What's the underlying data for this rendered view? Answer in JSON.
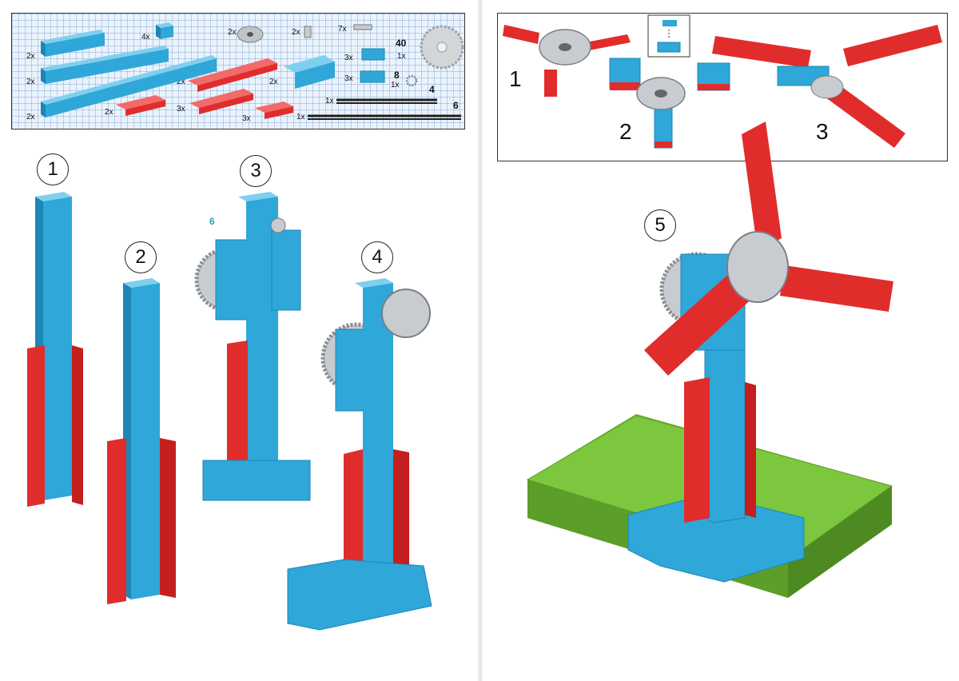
{
  "parts_list": {
    "quantities": [
      "2x",
      "4x",
      "2x",
      "2x",
      "7x",
      "40",
      "1x",
      "2x",
      "3x",
      "2x",
      "2x",
      "3x",
      "8",
      "1x",
      "2x",
      "2x",
      "3x",
      "3x",
      "4",
      "1x",
      "6",
      "1x"
    ]
  },
  "subassembly": {
    "steps": [
      "1",
      "2",
      "3"
    ]
  },
  "steps": {
    "s1": "1",
    "s2": "2",
    "s3": "3",
    "s4": "4",
    "s5": "5"
  },
  "callouts": {
    "axle_6": "6",
    "axle_4": "4"
  },
  "colors": {
    "brick_blue": "#2fa7d8",
    "brick_red": "#e12c2c",
    "baseplate_green": "#7dc73f",
    "gray_part": "#c8ccd0",
    "axle_black": "#1e1e1e",
    "callout_cyan": "#1ea0c8"
  }
}
